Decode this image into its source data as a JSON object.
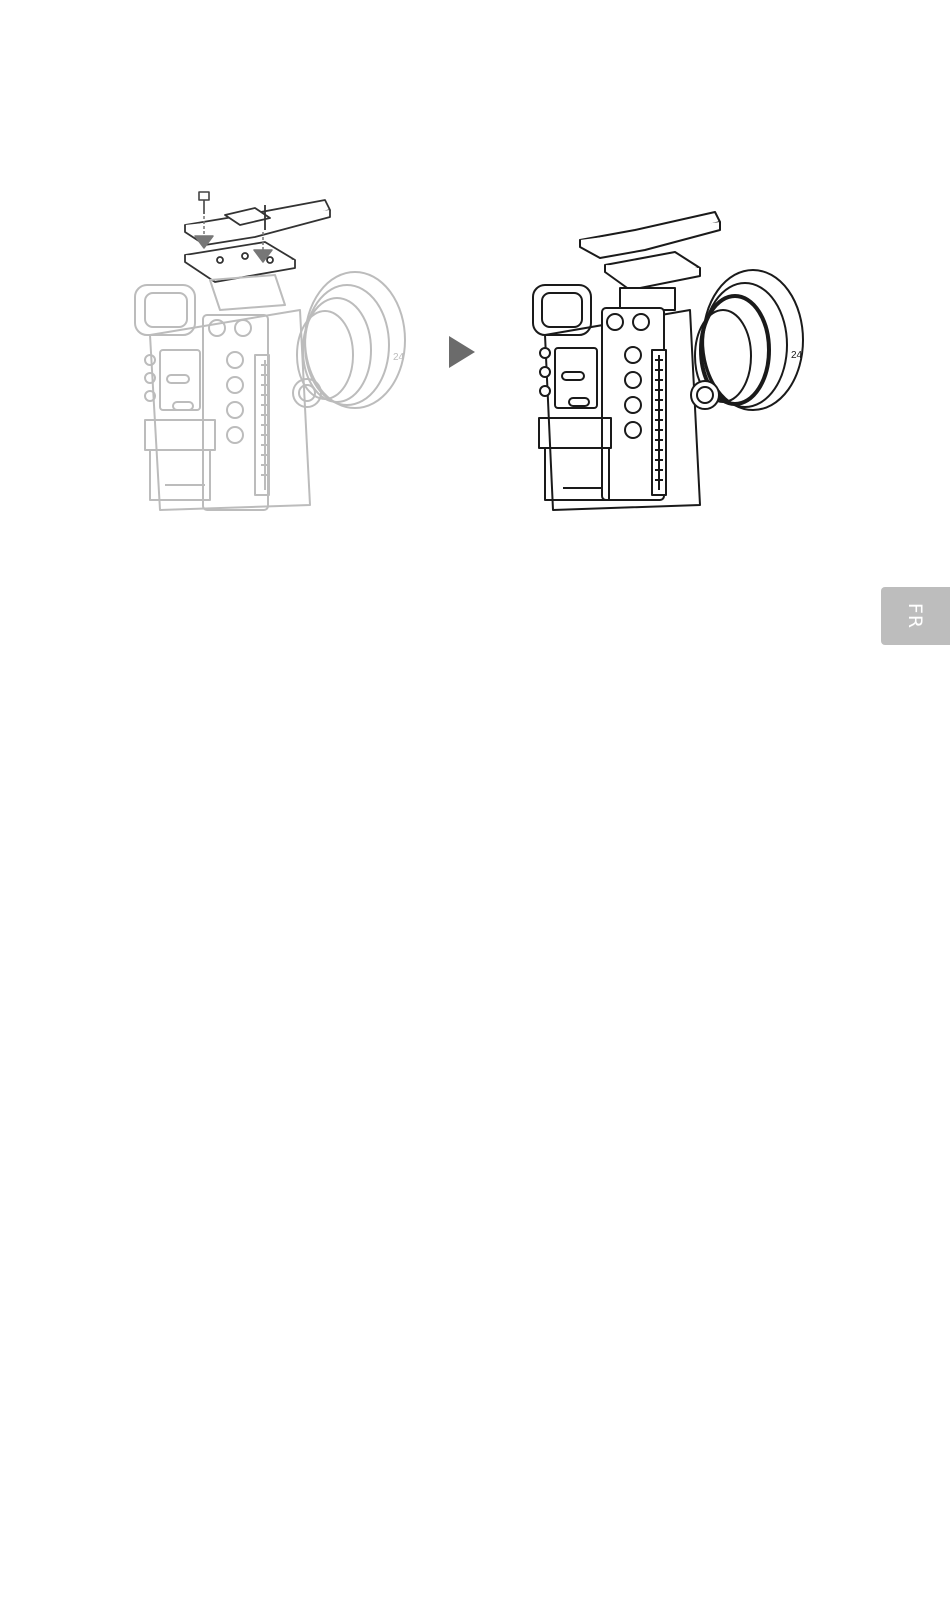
{
  "page": {
    "language_tab": {
      "label": "FR",
      "color": "#bdbdbd"
    },
    "step_arrow": {
      "color": "#6b6b6b",
      "icon": "play-triangle-icon"
    },
    "illustrations": [
      {
        "name": "camera-mount-before",
        "style": "faded",
        "color": "#bcbcbc",
        "lens_mark": "24"
      },
      {
        "name": "camera-mount-after",
        "style": "solid",
        "color": "#1a1a1a",
        "lens_mark": "24"
      }
    ]
  }
}
